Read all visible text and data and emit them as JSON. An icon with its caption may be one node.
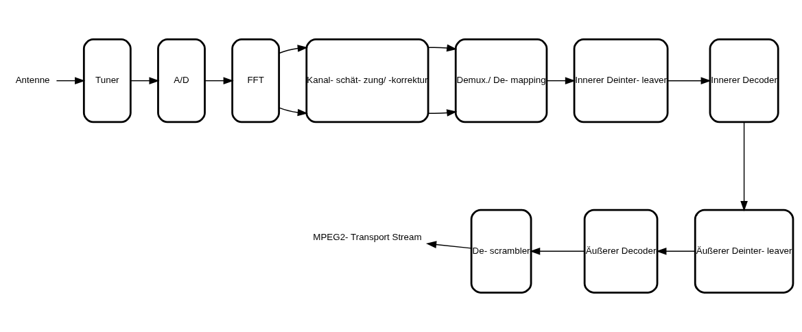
{
  "diagram": {
    "nodes": [
      {
        "text": [
          "Antenne"
        ]
      },
      {
        "text": [
          "Tuner"
        ]
      },
      {
        "text": [
          "A/D"
        ]
      },
      {
        "text": [
          "FFT"
        ]
      },
      {
        "text": [
          "Kanal- schät- zung/ -korrektur"
        ]
      },
      {
        "text": [
          "Demux./ De- mapping"
        ]
      },
      {
        "text": [
          "Innerer Deinter- leaver"
        ]
      },
      {
        "text": [
          "Innerer Decoder"
        ]
      },
      {
        "text": [
          "Äußerer Deinter- leaver"
        ]
      },
      {
        "text": [
          "Äußerer Decoder"
        ]
      },
      {
        "text": [
          "De- scrambler"
        ]
      },
      {
        "text": [
          "MPEG2- Transport Stream"
        ]
      }
    ],
    "edges": [
      {
        "from": 0,
        "to": 1,
        "arrow": "to"
      },
      {
        "from": 1,
        "to": 2,
        "arrow": "to"
      },
      {
        "from": 2,
        "to": 3,
        "arrow": "to"
      },
      {
        "from": 3,
        "to": 4,
        "arrow": "to"
      },
      {
        "from": 3,
        "to": 4,
        "arrow": "to"
      },
      {
        "from": 4,
        "to": 5,
        "arrow": "to"
      },
      {
        "from": 4,
        "to": 5,
        "arrow": "to"
      },
      {
        "from": 5,
        "to": 6,
        "arrow": "to"
      },
      {
        "from": 6,
        "to": 7,
        "arrow": "to"
      },
      {
        "from": 7,
        "to": 8,
        "arrow": "to"
      },
      {
        "from": 8,
        "to": 9,
        "arrow": "to"
      },
      {
        "from": 9,
        "to": 10,
        "arrow": "to"
      },
      {
        "from": 10,
        "to": 11,
        "arrow": "to"
      }
    ]
  }
}
